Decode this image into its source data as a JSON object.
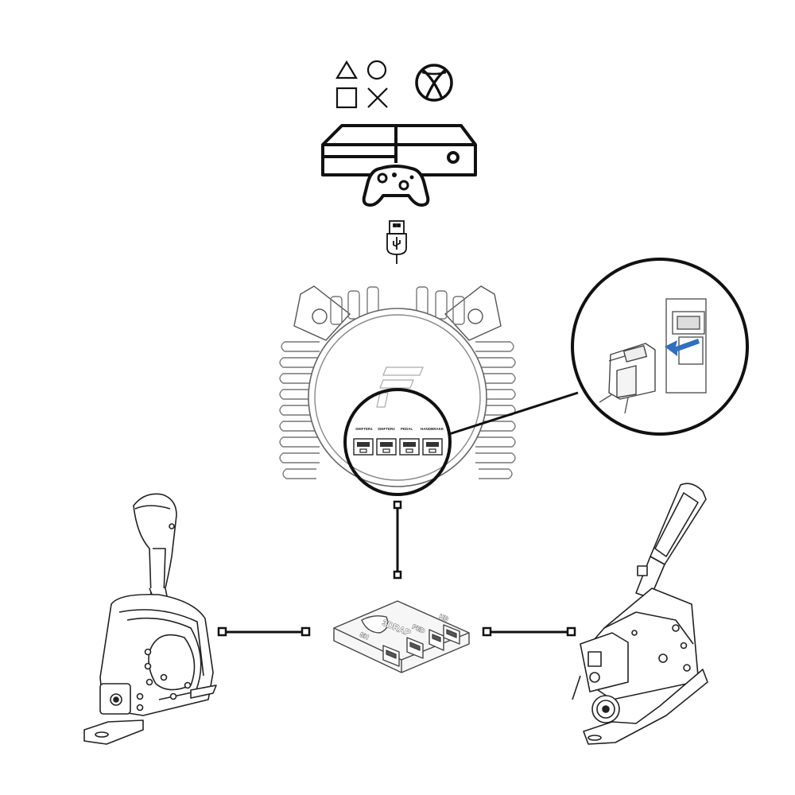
{
  "icons": {
    "playstation": "playstation-symbols-icon",
    "xbox": "xbox-logo-icon",
    "console": "game-console-icon",
    "controller": "gamepad-icon",
    "usb": "usb-connector-icon"
  },
  "base_ports": {
    "labels": [
      "SHIFTER1",
      "SHIFTER2",
      "PEDAL",
      "HANDBRAKE"
    ]
  },
  "hub": {
    "brand": "3DRAP",
    "labels": [
      "SH",
      "PED",
      "HB"
    ]
  },
  "colors": {
    "line": "#111111",
    "accent_arrow": "#2f6fc0"
  }
}
